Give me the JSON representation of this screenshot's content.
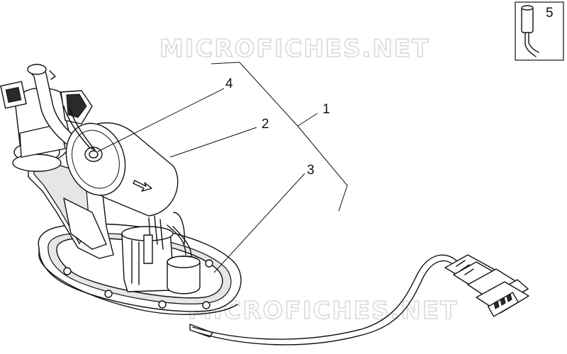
{
  "watermark": {
    "top": "MICROFICHES.NET",
    "bottom": "MICROFICHES.NET"
  },
  "callouts": {
    "assembly": "1",
    "filter": "2",
    "gasket": "3",
    "hose": "4",
    "inset_part": "5"
  },
  "icons": {
    "flow_arrow": "flow-direction-arrow-icon",
    "inset_part": "fuel-sender-plug-icon"
  }
}
